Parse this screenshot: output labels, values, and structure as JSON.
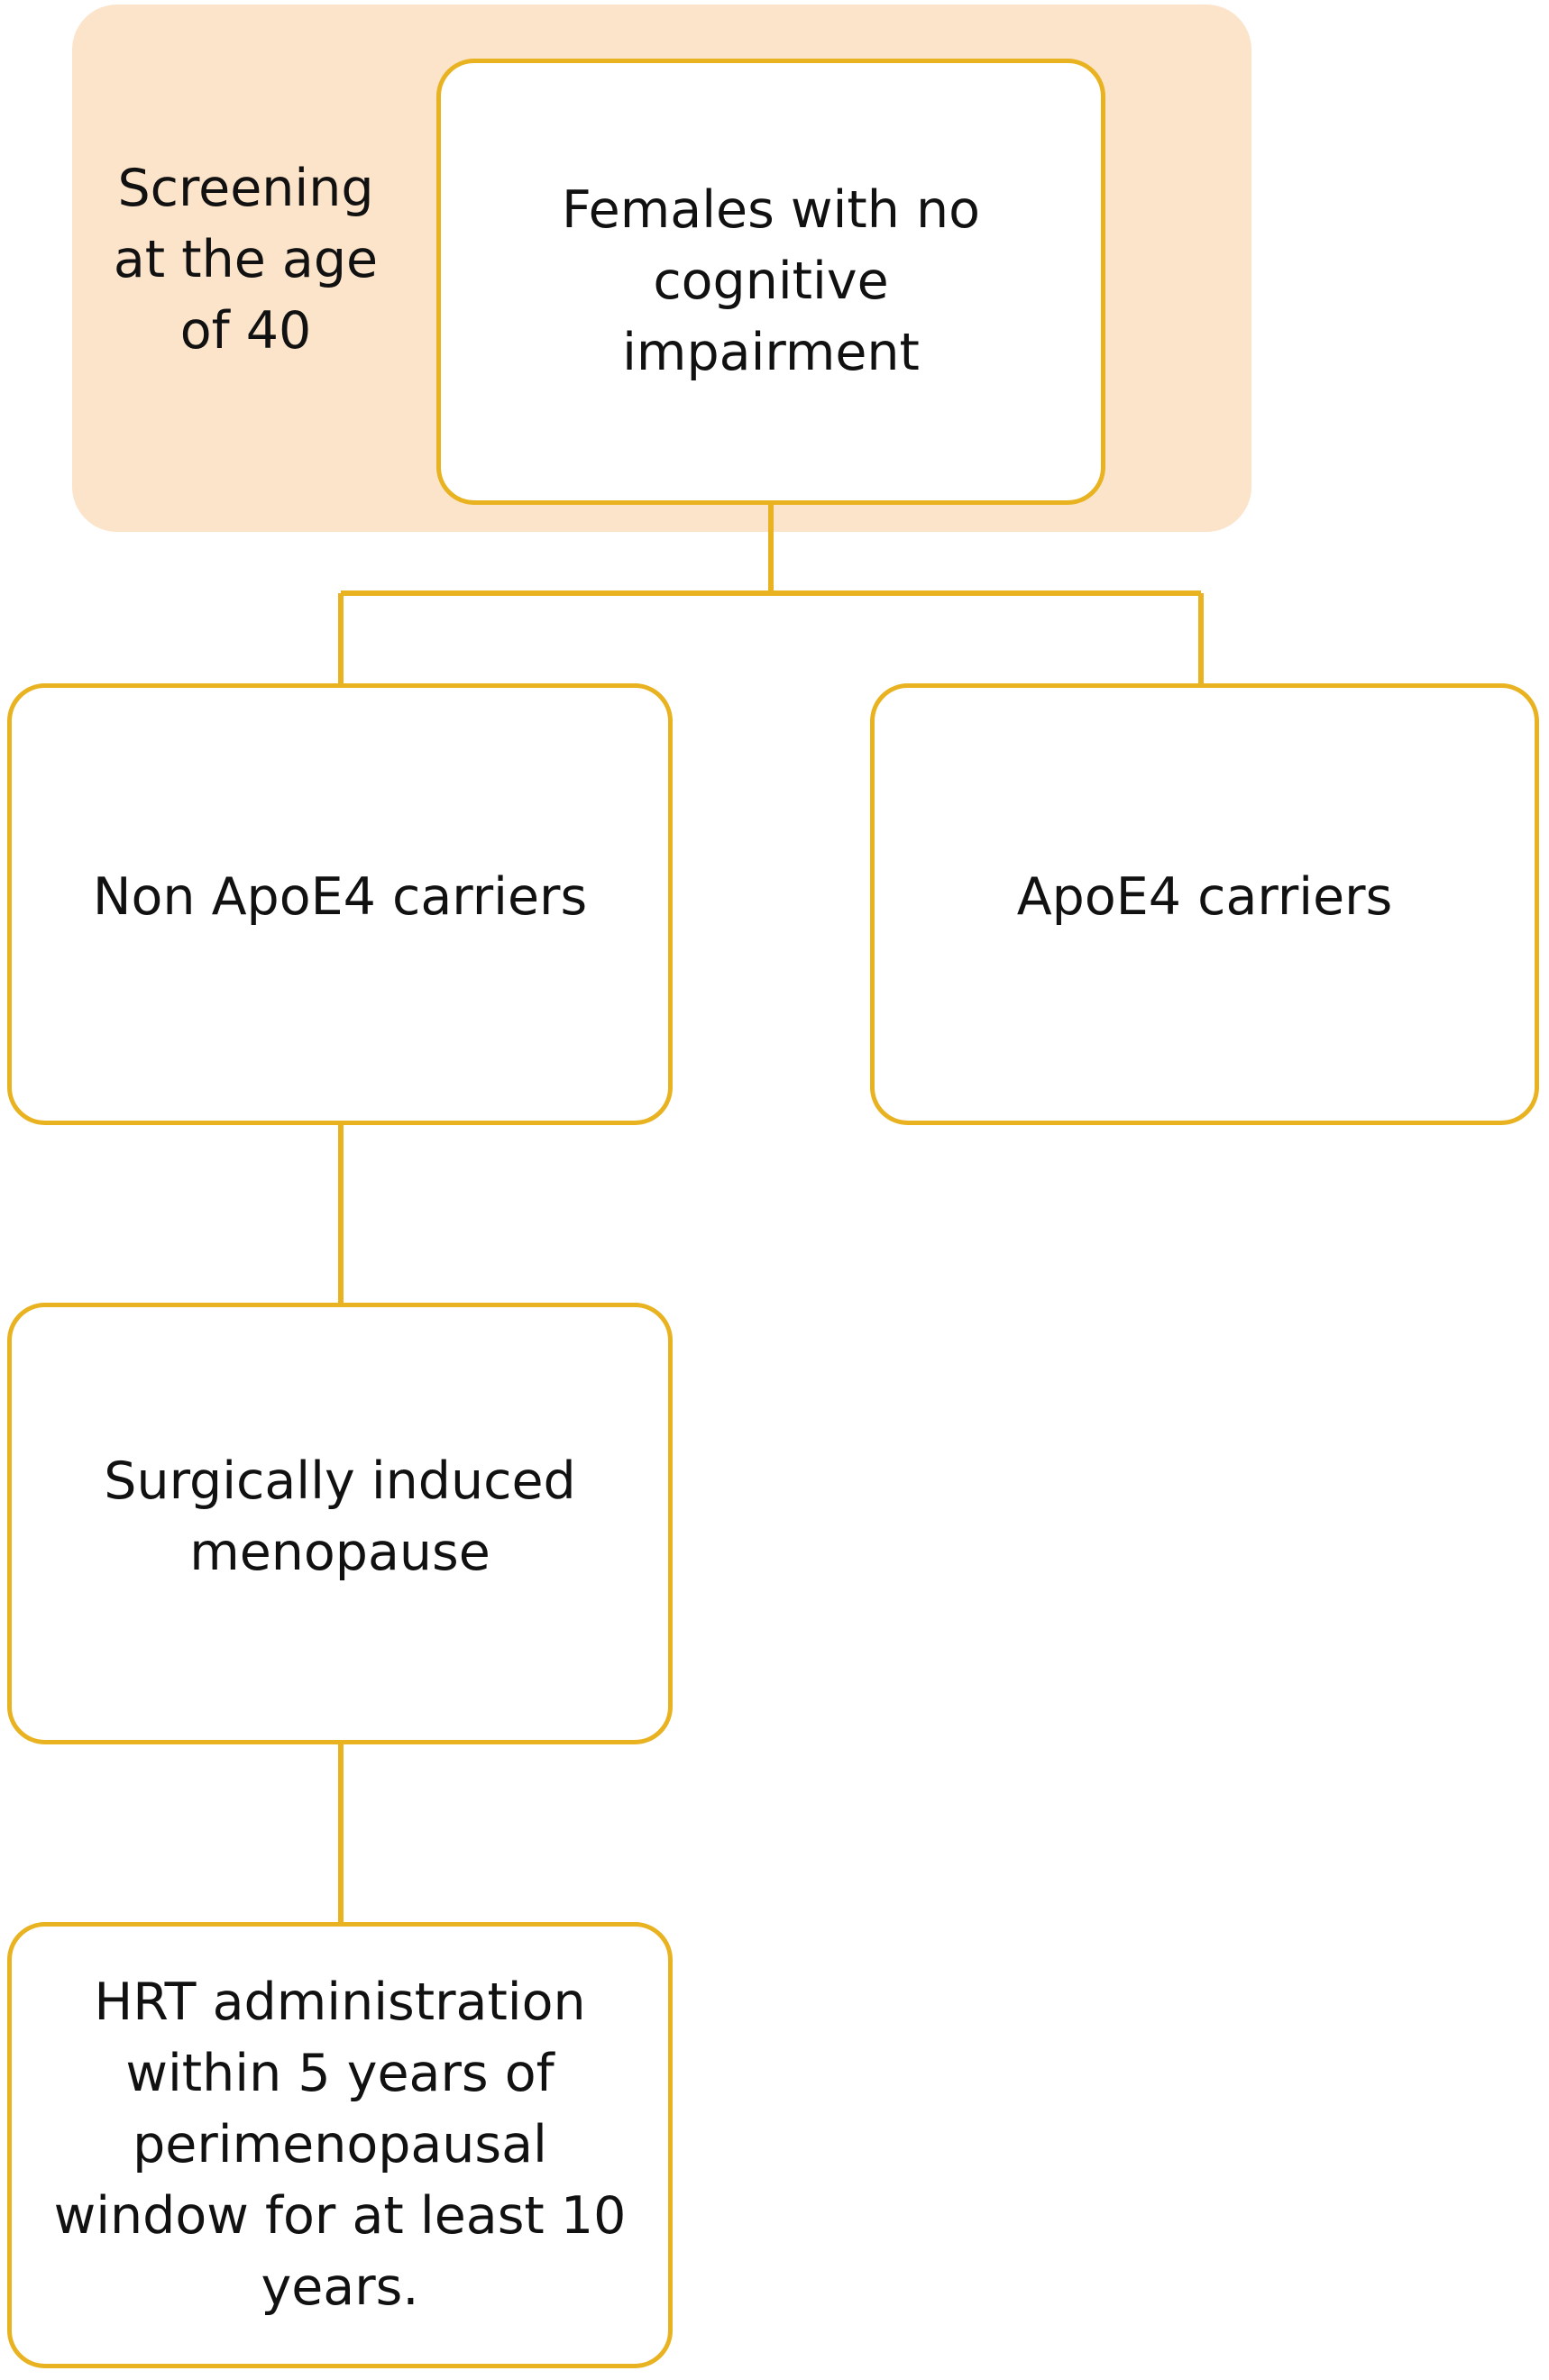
{
  "colors": {
    "accent": "#E8B220",
    "panel": "#FCE4CB",
    "text": "#111111",
    "box_fill": "#FFFFFF"
  },
  "screening": {
    "label": "Screening at the age of 40"
  },
  "nodes": {
    "root": "Females with no cognitive impairment",
    "non_apoe4": "Non ApoE4 carriers",
    "apoe4": "ApoE4 carriers",
    "surgical": "Surgically induced menopause",
    "hrt": "HRT administration within 5 years of perimenopausal window for at least 10 years."
  }
}
